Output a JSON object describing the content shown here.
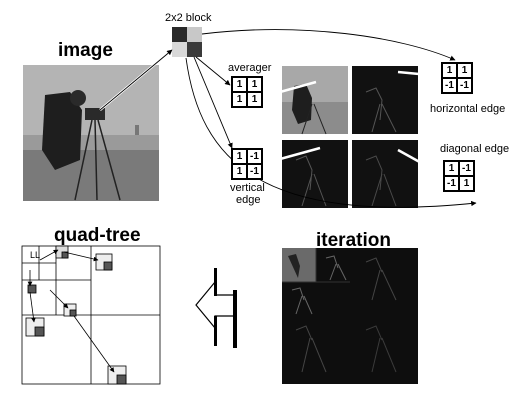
{
  "labels": {
    "block": "2x2 block",
    "image": "image",
    "averager": "averager",
    "horizontal_edge": "horizontal edge",
    "diagonal_edge": "diagonal edge",
    "vertical_edge_1": "vertical",
    "vertical_edge_2": "edge",
    "quadtree": "quad-tree",
    "iteration": "iteration",
    "ll": "LL"
  },
  "kernels": {
    "averager": [
      "1",
      "1",
      "1",
      "1"
    ],
    "horizontal": [
      "1",
      "1",
      "-1",
      "-1"
    ],
    "vertical": [
      "1",
      "-1",
      "1",
      "-1"
    ],
    "diagonal": [
      "1",
      "-1",
      "-1",
      "1"
    ]
  }
}
